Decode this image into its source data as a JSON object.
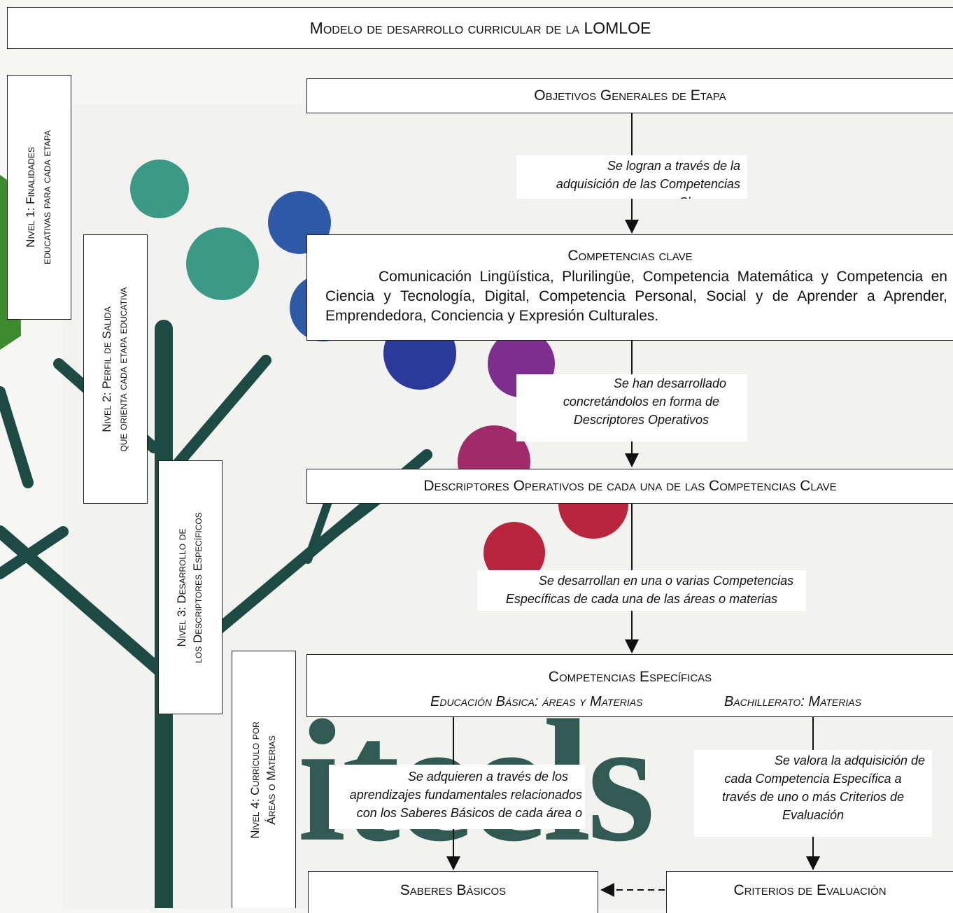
{
  "title": "Modelo de desarrollo curricular de la LOMLOE",
  "levels": {
    "l1_line1": "Nivel 1: Finalidades",
    "l1_line2": "educativas para cada etapa",
    "l2_line1": "Nivel 2: Perfil de Salida",
    "l2_line2": "que orienta cada etapa educativa",
    "l3_line1": "Nivel 3: Desarrollo de",
    "l3_line2": "los Descriptores Específicos",
    "l4_line1": "Nivel 4: Currículo por",
    "l4_line2": "Áreas o Materias"
  },
  "boxes": {
    "objetivos": "Objetivos Generales de Etapa",
    "competencias_title": "Competencias clave",
    "competencias_body": "Comunicación Lingüística, Plurilingüe, Competencia Matemática y Competencia en Ciencia y Tecnología, Digital, Competencia Personal, Social y de Aprender a Aprender, Emprendedora, Conciencia y Expresión Culturales.",
    "descriptores": "Descriptores Operativos de cada una de las Competencias Clave",
    "especificas_title": "Competencias Específicas",
    "especificas_left": "Educación Básica: áreas y Materias",
    "especificas_right": "Bachillerato: Materias",
    "saberes": "Saberes Básicos",
    "criterios": "Criterios de Evaluación"
  },
  "notes": {
    "n1_l1": "Se logran a través de la",
    "n1_l2": "adquisición de las Competencias",
    "n1_l3": "Cl",
    "n2_l1": "Se han desarrollado",
    "n2_l2": "concretándolos en forma de",
    "n2_l3": "Descriptores Operativos",
    "n3_l1": "Se desarrollan en una o varias Competencias",
    "n3_l2": "Específicas de cada una de las áreas o materias",
    "n4_l1": "Se adquieren a través de los",
    "n4_l2": "aprendizajes fundamentales relacionados",
    "n4_l3": "con los Saberes Básicos de cada área o",
    "n5_l1": "Se valora la adquisición de",
    "n5_l2": "cada Competencia Específica a",
    "n5_l3": "través de uno o más Criterios de",
    "n5_l4": "Evaluación"
  },
  "colors": {
    "tree_trunk": "#1d4a43",
    "background": "#f6f6f5",
    "dot_teal": "#3a9a86",
    "dot_blue": "#2f5aa8",
    "dot_navy": "#2b3a9a",
    "dot_purple": "#7d2f8f",
    "dot_magenta": "#a02a6a",
    "dot_red": "#b8253c",
    "leaf_green": "#3d8a2e"
  }
}
